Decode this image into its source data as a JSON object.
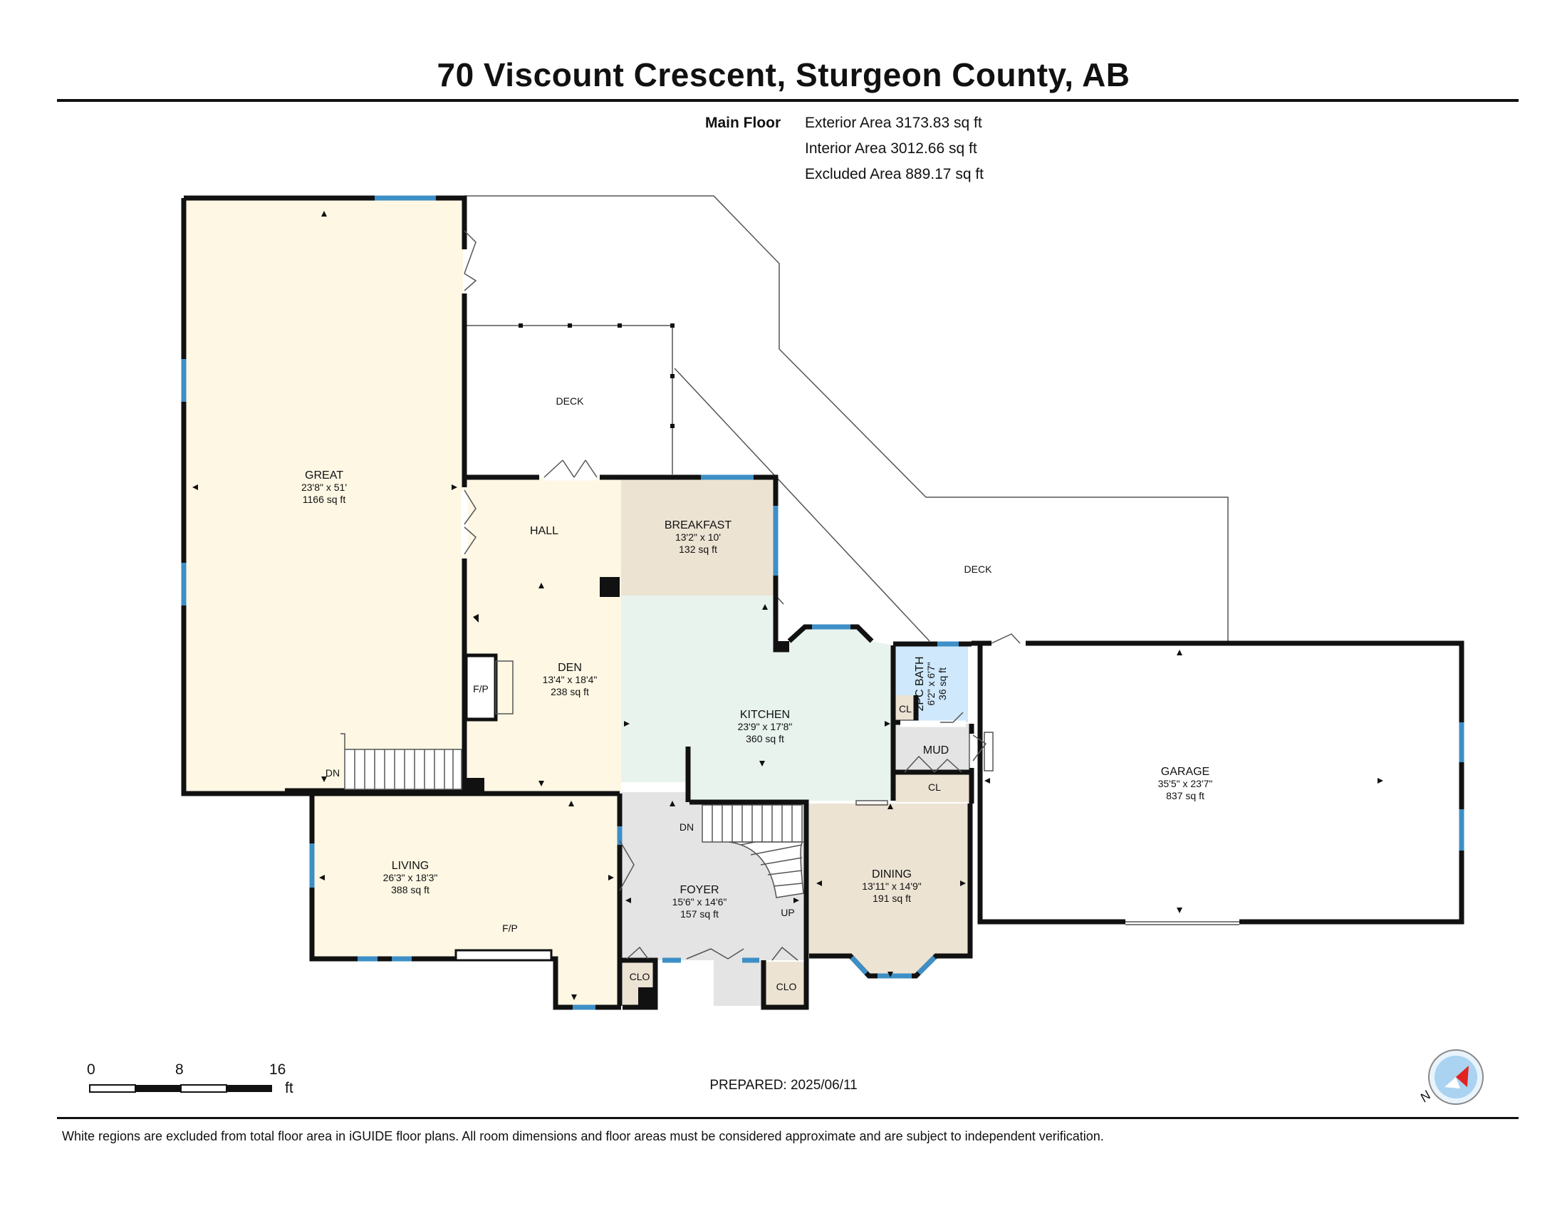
{
  "title": "70 Viscount Crescent, Sturgeon County, AB",
  "summary": {
    "floor": "Main Floor",
    "exterior": "Exterior Area 3173.83 sq ft",
    "interior": "Interior Area 3012.66 sq ft",
    "excluded": "Excluded Area 889.17 sq ft"
  },
  "rooms": {
    "great": {
      "name": "GREAT",
      "dims": "23'8\" x 51'",
      "area": "1166 sq ft"
    },
    "hall": {
      "name": "HALL"
    },
    "breakfast": {
      "name": "BREAKFAST",
      "dims": "13'2\" x 10'",
      "area": "132 sq ft"
    },
    "den": {
      "name": "DEN",
      "dims": "13'4\" x 18'4\"",
      "area": "238 sq ft"
    },
    "kitchen": {
      "name": "KITCHEN",
      "dims": "23'9\" x 17'8\"",
      "area": "360 sq ft"
    },
    "bath": {
      "name": "2PC BATH",
      "dims": "6'2\" x 6'7\"",
      "area": "36 sq ft"
    },
    "mud": {
      "name": "MUD"
    },
    "garage": {
      "name": "GARAGE",
      "dims": "35'5\" x 23'7\"",
      "area": "837 sq ft"
    },
    "living": {
      "name": "LIVING",
      "dims": "26'3\" x 18'3\"",
      "area": "388 sq ft"
    },
    "foyer": {
      "name": "FOYER",
      "dims": "15'6\" x 14'6\"",
      "area": "157 sq ft"
    },
    "dining": {
      "name": "DINING",
      "dims": "13'11\" x 14'9\"",
      "area": "191 sq ft"
    }
  },
  "labels": {
    "deck1": "DECK",
    "deck2": "DECK",
    "fp_den": "F/P",
    "fp_living": "F/P",
    "cl_bath": "CL",
    "cl_mud": "CL",
    "clo_left": "CLO",
    "clo_right": "CLO",
    "dn_great": "DN",
    "dn_foyer": "DN",
    "up_foyer": "UP"
  },
  "scale": {
    "t0": "0",
    "t8": "8",
    "t16": "16",
    "unit": "ft"
  },
  "compass": "N",
  "prepared": "PREPARED: 2025/06/11",
  "disclaimer": "White regions are excluded from total floor area in iGUIDE floor plans. All room dimensions and floor areas must be considered approximate and are subject to independent verification.",
  "colors": {
    "yellow": "#fdf7e4",
    "beige": "#ece3d3",
    "green": "#e8f3ee",
    "grey": "#e4e4e4",
    "blue": "#cfe8fb",
    "window": "#3d8fc6",
    "wall": "#111111"
  }
}
